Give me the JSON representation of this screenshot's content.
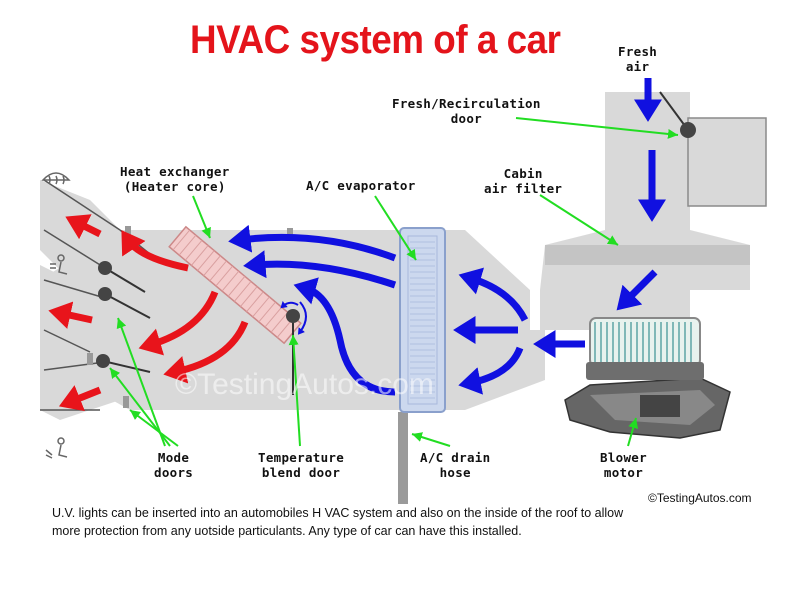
{
  "title": "HVAC system of a car",
  "labels": {
    "fresh_air": "Fresh\nair",
    "fresh_recirc_door": "Fresh/Recirculation\ndoor",
    "cabin_filter": "Cabin\nair filter",
    "heat_exchanger": "Heat exchanger\n(Heater core)",
    "ac_evaporator": "A/C evaporator",
    "mode_doors": "Mode\ndoors",
    "temp_blend_door": "Temperature\nblend door",
    "ac_drain_hose": "A/C drain\nhose",
    "blower_motor": "Blower\nmotor"
  },
  "caption": "U.V. lights can be inserted into an automobiles H VAC system  and also on the inside of the roof to allow more protection from any uotside particulants. Any type of car can have this installed.",
  "credit": "©TestingAutos.com",
  "watermark": "©TestingAutos.com",
  "colors": {
    "title": "#e4141b",
    "hot_air": "#e8141b",
    "cold_air": "#1010e0",
    "callout": "#22dd22",
    "duct": "#d9d9d9"
  },
  "icons": [
    "defrost-icon",
    "face-vent-icon",
    "foot-vent-icon"
  ]
}
